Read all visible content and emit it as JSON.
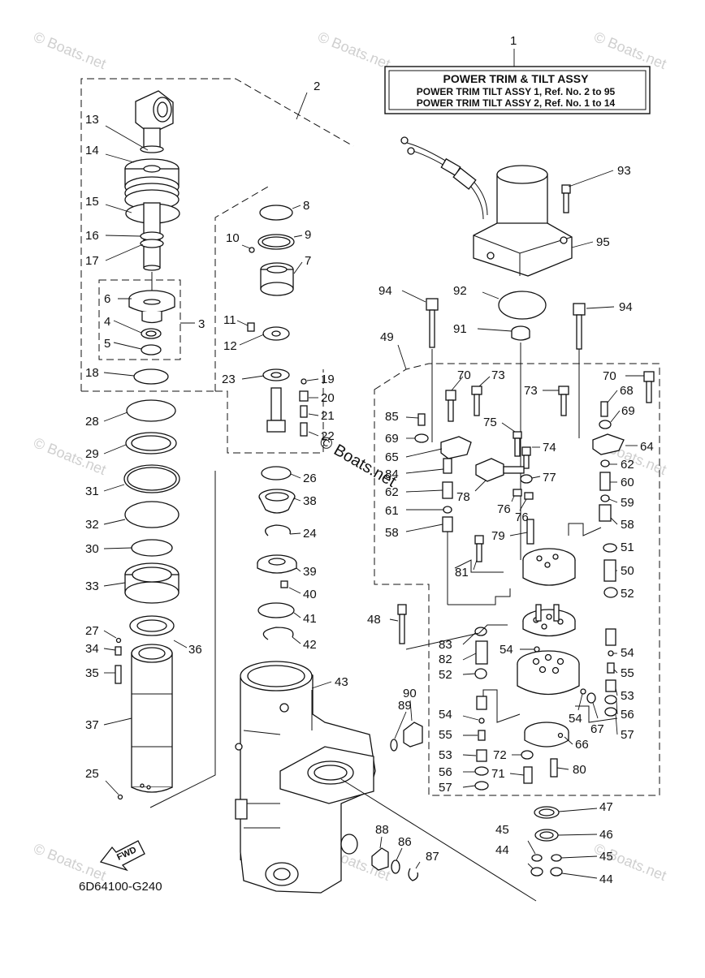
{
  "title_box": {
    "number": "1",
    "heading": "POWER TRIM & TILT ASSY",
    "line1": "POWER TRIM TILT ASSY 1,  Ref. No. 2 to 95",
    "line2": "POWER TRIM TILT ASSY 2,  Ref. No. 1 to 14"
  },
  "diagram_code": "6D64100-G240",
  "fwd_label": "FWD",
  "watermark": "© Boats.net",
  "callouts": [
    {
      "id": "c2",
      "text": "2"
    },
    {
      "id": "c3",
      "text": "3"
    },
    {
      "id": "c4",
      "text": "4"
    },
    {
      "id": "c5",
      "text": "5"
    },
    {
      "id": "c6",
      "text": "6"
    },
    {
      "id": "c7",
      "text": "7"
    },
    {
      "id": "c8",
      "text": "8"
    },
    {
      "id": "c9",
      "text": "9"
    },
    {
      "id": "c10",
      "text": "10"
    },
    {
      "id": "c11",
      "text": "11"
    },
    {
      "id": "c12",
      "text": "12"
    },
    {
      "id": "c13",
      "text": "13"
    },
    {
      "id": "c14",
      "text": "14"
    },
    {
      "id": "c15",
      "text": "15"
    },
    {
      "id": "c16",
      "text": "16"
    },
    {
      "id": "c17",
      "text": "17"
    },
    {
      "id": "c18",
      "text": "18"
    },
    {
      "id": "c19",
      "text": "19"
    },
    {
      "id": "c20",
      "text": "20"
    },
    {
      "id": "c21",
      "text": "21"
    },
    {
      "id": "c22",
      "text": "22"
    },
    {
      "id": "c23",
      "text": "23"
    },
    {
      "id": "c24",
      "text": "24"
    },
    {
      "id": "c25",
      "text": "25"
    },
    {
      "id": "c26",
      "text": "26"
    },
    {
      "id": "c27",
      "text": "27"
    },
    {
      "id": "c28",
      "text": "28"
    },
    {
      "id": "c29",
      "text": "29"
    },
    {
      "id": "c30",
      "text": "30"
    },
    {
      "id": "c31",
      "text": "31"
    },
    {
      "id": "c32",
      "text": "32"
    },
    {
      "id": "c33",
      "text": "33"
    },
    {
      "id": "c34",
      "text": "34"
    },
    {
      "id": "c35",
      "text": "35"
    },
    {
      "id": "c36",
      "text": "36"
    },
    {
      "id": "c37",
      "text": "37"
    },
    {
      "id": "c38",
      "text": "38"
    },
    {
      "id": "c39",
      "text": "39"
    },
    {
      "id": "c40",
      "text": "40"
    },
    {
      "id": "c41",
      "text": "41"
    },
    {
      "id": "c42",
      "text": "42"
    },
    {
      "id": "c43",
      "text": "43"
    },
    {
      "id": "c44a",
      "text": "44"
    },
    {
      "id": "c44b",
      "text": "44"
    },
    {
      "id": "c45a",
      "text": "45"
    },
    {
      "id": "c45b",
      "text": "45"
    },
    {
      "id": "c46",
      "text": "46"
    },
    {
      "id": "c47",
      "text": "47"
    },
    {
      "id": "c48",
      "text": "48"
    },
    {
      "id": "c49",
      "text": "49"
    },
    {
      "id": "c50",
      "text": "50"
    },
    {
      "id": "c51",
      "text": "51"
    },
    {
      "id": "c52a",
      "text": "52"
    },
    {
      "id": "c52b",
      "text": "52"
    },
    {
      "id": "c53a",
      "text": "53"
    },
    {
      "id": "c53b",
      "text": "53"
    },
    {
      "id": "c54a",
      "text": "54"
    },
    {
      "id": "c54b",
      "text": "54"
    },
    {
      "id": "c54c",
      "text": "54"
    },
    {
      "id": "c54d",
      "text": "54"
    },
    {
      "id": "c55a",
      "text": "55"
    },
    {
      "id": "c55b",
      "text": "55"
    },
    {
      "id": "c56a",
      "text": "56"
    },
    {
      "id": "c56b",
      "text": "56"
    },
    {
      "id": "c57a",
      "text": "57"
    },
    {
      "id": "c57b",
      "text": "57"
    },
    {
      "id": "c58a",
      "text": "58"
    },
    {
      "id": "c58b",
      "text": "58"
    },
    {
      "id": "c59",
      "text": "59"
    },
    {
      "id": "c60",
      "text": "60"
    },
    {
      "id": "c61",
      "text": "61"
    },
    {
      "id": "c62a",
      "text": "62"
    },
    {
      "id": "c62b",
      "text": "62"
    },
    {
      "id": "c64",
      "text": "64"
    },
    {
      "id": "c65",
      "text": "65"
    },
    {
      "id": "c66",
      "text": "66"
    },
    {
      "id": "c67",
      "text": "67"
    },
    {
      "id": "c68",
      "text": "68"
    },
    {
      "id": "c69a",
      "text": "69"
    },
    {
      "id": "c69b",
      "text": "69"
    },
    {
      "id": "c70a",
      "text": "70"
    },
    {
      "id": "c70b",
      "text": "70"
    },
    {
      "id": "c71",
      "text": "71"
    },
    {
      "id": "c72",
      "text": "72"
    },
    {
      "id": "c73a",
      "text": "73"
    },
    {
      "id": "c73b",
      "text": "73"
    },
    {
      "id": "c74",
      "text": "74"
    },
    {
      "id": "c75",
      "text": "75"
    },
    {
      "id": "c76a",
      "text": "76"
    },
    {
      "id": "c76b",
      "text": "76"
    },
    {
      "id": "c77",
      "text": "77"
    },
    {
      "id": "c78",
      "text": "78"
    },
    {
      "id": "c79",
      "text": "79"
    },
    {
      "id": "c80",
      "text": "80"
    },
    {
      "id": "c81",
      "text": "81"
    },
    {
      "id": "c82",
      "text": "82"
    },
    {
      "id": "c83",
      "text": "83"
    },
    {
      "id": "c84",
      "text": "84"
    },
    {
      "id": "c85",
      "text": "85"
    },
    {
      "id": "c86",
      "text": "86"
    },
    {
      "id": "c87",
      "text": "87"
    },
    {
      "id": "c88",
      "text": "88"
    },
    {
      "id": "c89",
      "text": "89"
    },
    {
      "id": "c90",
      "text": "90"
    },
    {
      "id": "c91",
      "text": "91"
    },
    {
      "id": "c92",
      "text": "92"
    },
    {
      "id": "c93",
      "text": "93"
    },
    {
      "id": "c94a",
      "text": "94"
    },
    {
      "id": "c94b",
      "text": "94"
    },
    {
      "id": "c95",
      "text": "95"
    }
  ]
}
